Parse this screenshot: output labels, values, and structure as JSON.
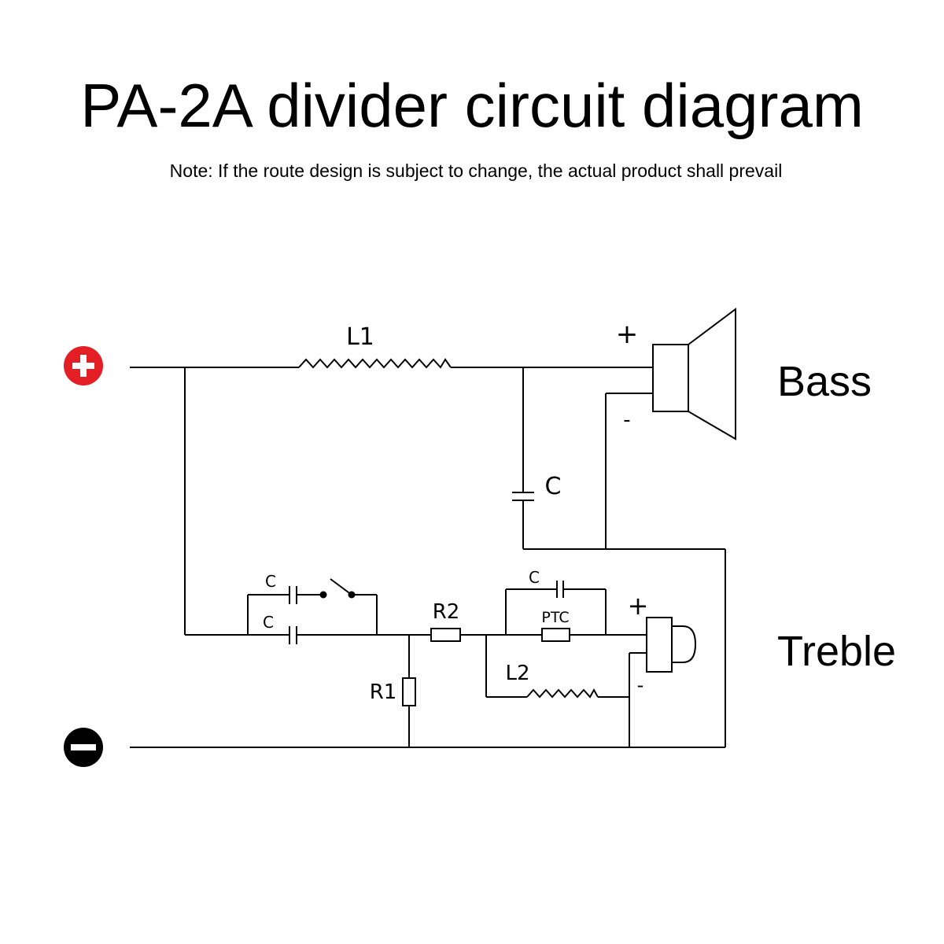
{
  "title": "PA-2A divider circuit diagram",
  "note": "Note: If the route design is subject to change, the actual product shall prevail",
  "labels": {
    "L1": "L1",
    "C_bass": "C",
    "plus_bass": "+",
    "minus_bass": "-",
    "bass": "Bass",
    "C_top": "C",
    "C_bottom": "C",
    "R2": "R2",
    "C_ptc": "C",
    "PTC": "PTC",
    "plus_treble": "+",
    "minus_treble": "-",
    "L2": "L2",
    "R1": "R1",
    "treble": "Treble"
  },
  "terminals": {
    "positive": {
      "symbol": "+",
      "color": "#e31e24"
    },
    "negative": {
      "symbol": "−",
      "color": "#000000"
    }
  },
  "icons": [
    "positive-terminal-icon",
    "negative-terminal-icon",
    "bass-speaker-icon",
    "treble-speaker-icon",
    "switch-icon"
  ]
}
